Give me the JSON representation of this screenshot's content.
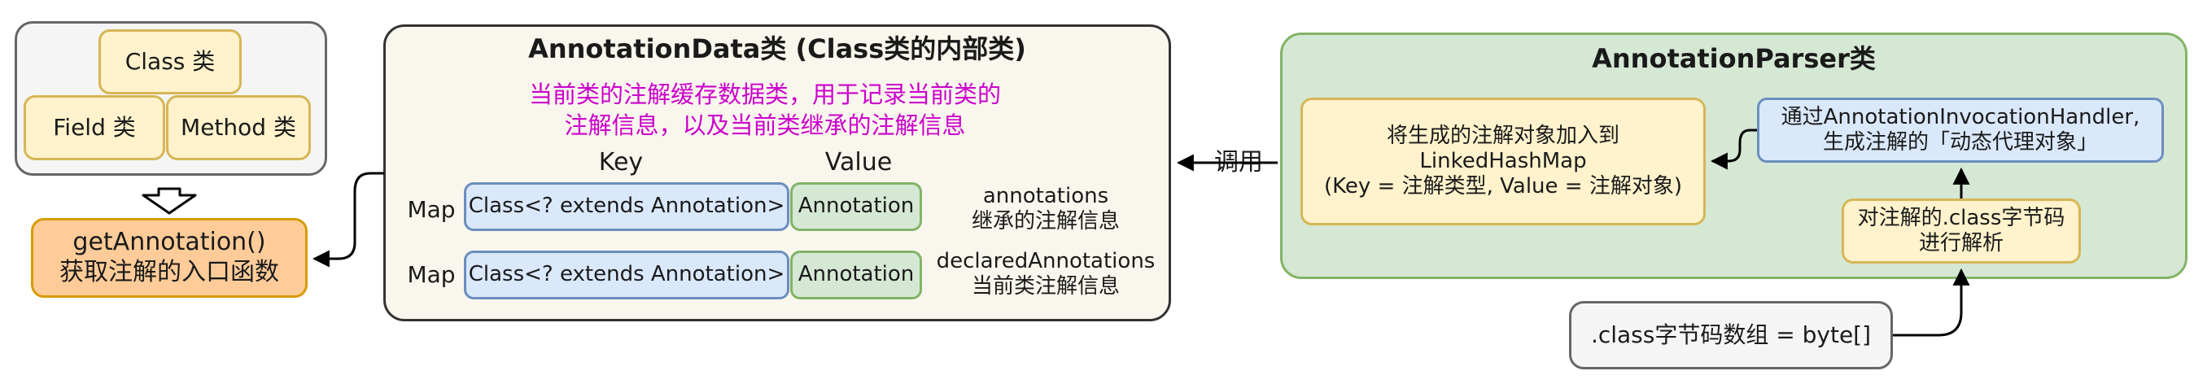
{
  "left": {
    "class_label": "Class 类",
    "field_label": "Field 类",
    "method_label": "Method 类",
    "entry_line1": "getAnnotation()",
    "entry_line2": "获取注解的入口函数"
  },
  "middle": {
    "title": "AnnotationData类 (Class类的内部类)",
    "desc_line1": "当前类的注解缓存数据类，用于记录当前类的",
    "desc_line2": "注解信息，以及当前类继承的注解信息",
    "key_header": "Key",
    "value_header": "Value",
    "rows": [
      {
        "map": "Map",
        "key": "Class<? extends Annotation>",
        "value": "Annotation",
        "name": "annotations",
        "desc": "继承的注解信息"
      },
      {
        "map": "Map",
        "key": "Class<? extends Annotation>",
        "value": "Annotation",
        "name": "declaredAnnotations",
        "desc": "当前类注解信息"
      }
    ]
  },
  "call_label": "调用",
  "right": {
    "title": "AnnotationParser类",
    "add_line1": "将生成的注解对象加入到",
    "add_line2": "LinkedHashMap",
    "add_line3": "(Key = 注解类型, Value = 注解对象)",
    "proxy_line1": "通过AnnotationInvocationHandler,",
    "proxy_line2": "生成注解的「动态代理对象」",
    "parse_line1": "对注解的.class字节码",
    "parse_line2": "进行解析"
  },
  "bytes_label": ".class字节码数组 = byte[]"
}
